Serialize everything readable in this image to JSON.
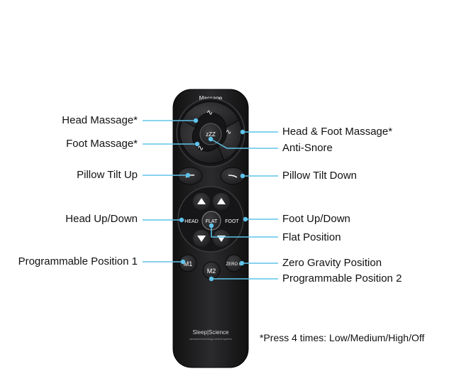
{
  "remote": {
    "massage_label": "Massage",
    "anti_snore_label": "zZZ",
    "head_label": "HEAD",
    "flat_label": "FLAT",
    "foot_label": "FOOT",
    "m1_label": "M1",
    "m2_label": "M2",
    "zerog_label": "ZERO G",
    "brand": "Sleep|Science",
    "tagline": "advanced technology comfort systems"
  },
  "callouts": {
    "head_massage": "Head Massage*",
    "foot_massage": "Foot Massage*",
    "pillow_tilt_up": "Pillow Tilt Up",
    "head_up_down": "Head Up/Down",
    "programmable_1": "Programmable Position 1",
    "head_foot_massage": "Head & Foot Massage*",
    "anti_snore": "Anti-Snore",
    "pillow_tilt_down": "Pillow Tilt Down",
    "foot_up_down": "Foot Up/Down",
    "flat_position": "Flat Position",
    "zero_gravity": "Zero Gravity Position",
    "programmable_2": "Programmable Position 2"
  },
  "note": "*Press 4 times: Low/Medium/High/Off",
  "colors": {
    "leader_line": "#5fc3ea",
    "remote_body": "#1c1c1e",
    "button": "#2a2a2d"
  }
}
